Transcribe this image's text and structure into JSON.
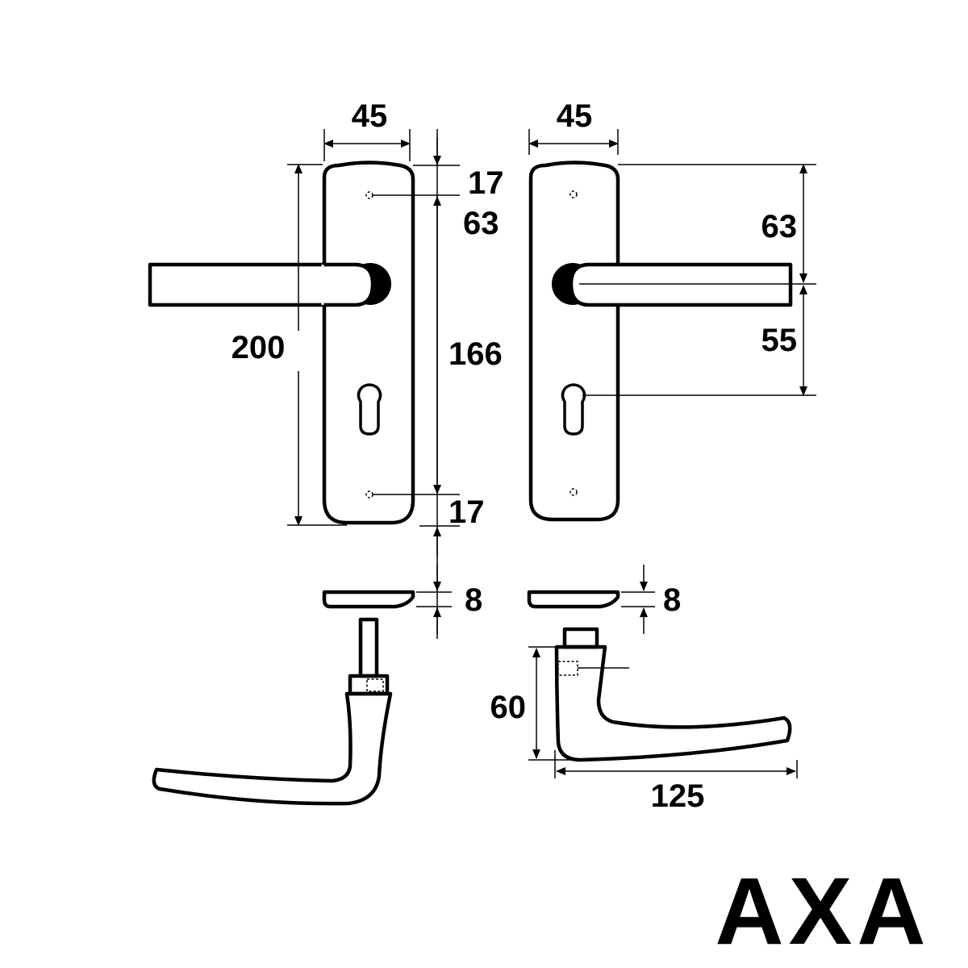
{
  "drawing": {
    "brand": "AXA",
    "front_view": {
      "plate_width": "45",
      "plate_height": "200",
      "top_hole_offset": "17",
      "upper_section": "63",
      "hole_spacing": "166",
      "bottom_hole_offset": "17"
    },
    "right_view": {
      "plate_width": "45",
      "handle_from_top": "63",
      "handle_to_keyhole": "55"
    },
    "rose_section": {
      "left_thickness": "8",
      "right_thickness": "8"
    },
    "handle_side_view": {
      "height": "60",
      "length": "125"
    }
  }
}
